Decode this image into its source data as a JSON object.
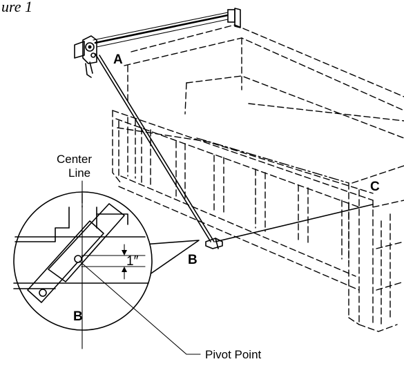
{
  "figure": {
    "caption_fragment": "ure 1"
  },
  "labels": {
    "point_a": "A",
    "point_b": "B",
    "point_c": "C",
    "detail_point_b": "B",
    "center_line_1": "Center",
    "center_line_2": "Line",
    "dimension": "1″",
    "pivot_point": "Pivot Point"
  }
}
